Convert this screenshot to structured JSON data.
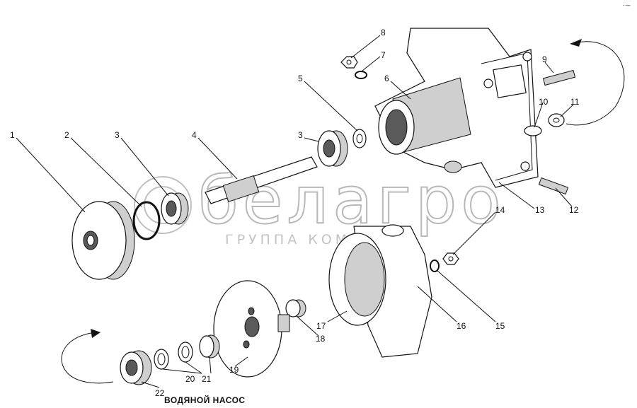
{
  "diagram": {
    "caption": "ВОДЯНОЙ НАСОС",
    "watermark": {
      "brand": "белагро",
      "tagline": "ГРУППА КОМПАНИЙ"
    },
    "corner_mark": "·∙–",
    "callouts": [
      "1",
      "2",
      "3",
      "4",
      "3",
      "5",
      "6",
      "7",
      "8",
      "9",
      "10",
      "11",
      "12",
      "13",
      "14",
      "15",
      "16",
      "17",
      "18",
      "19",
      "20",
      "21",
      "22"
    ]
  }
}
